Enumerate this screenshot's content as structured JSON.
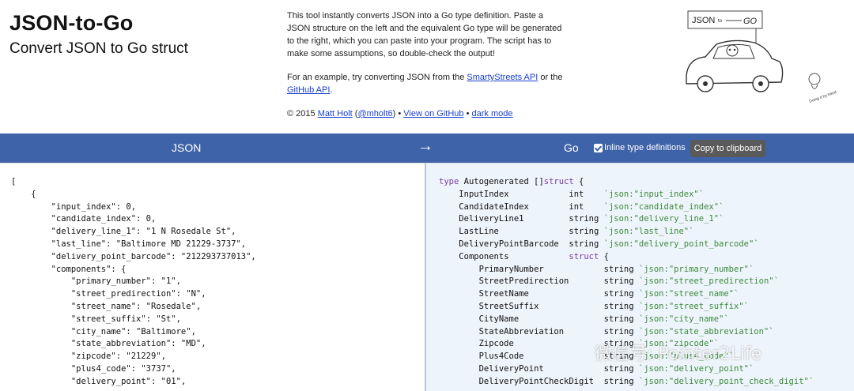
{
  "header": {
    "title": "JSON-to-Go",
    "subtitle": "Convert JSON to Go struct",
    "description": "This tool instantly converts JSON into a Go type definition. Paste a JSON structure on the left and the equivalent Go type will be generated to the right, which you can paste into your program. The script has to make some assumptions, so double-check the output!",
    "example_prefix": "For an example, try converting JSON from the ",
    "example_link1": "SmartyStreets API",
    "example_middle": " or the ",
    "example_link2": "GitHub API",
    "example_suffix": ".",
    "copyright_prefix": "© 2015 ",
    "author_link": "Matt Holt",
    "twitter_open": " (",
    "twitter_link": "@mholt6",
    "twitter_close": ") • ",
    "github_link": "View on GitHub",
    "sep": " • ",
    "dark_mode_link": "dark mode",
    "logo_box_text": "JSON",
    "logo_to": "to",
    "logo_go": "GO",
    "caption": "Doing it by hand"
  },
  "toolbar": {
    "json_label": "JSON",
    "arrow": "→",
    "go_label": "Go",
    "inline_label": "Inline type definitions",
    "inline_checked": true,
    "copy_label": "Copy to clipboard"
  },
  "json_lines": [
    "[",
    "    {",
    "        \"input_index\": 0,",
    "        \"candidate_index\": 0,",
    "        \"delivery_line_1\": \"1 N Rosedale St\",",
    "        \"last_line\": \"Baltimore MD 21229-3737\",",
    "        \"delivery_point_barcode\": \"212293737013\",",
    "        \"components\": {",
    "            \"primary_number\": \"1\",",
    "            \"street_predirection\": \"N\",",
    "            \"street_name\": \"Rosedale\",",
    "            \"street_suffix\": \"St\",",
    "            \"city_name\": \"Baltimore\",",
    "            \"state_abbreviation\": \"MD\",",
    "            \"zipcode\": \"21229\",",
    "            \"plus4_code\": \"3737\",",
    "            \"delivery_point\": \"01\","
  ],
  "go_header": {
    "kw": "type",
    "name": " Autogenerated ",
    "brackets": "[]",
    "struct": "struct",
    "open": " {"
  },
  "go_fields": [
    {
      "indent": "    ",
      "name": "InputIndex",
      "pad": "          ",
      "type": "int   ",
      "tag": "`json:\"input_index\"`"
    },
    {
      "indent": "    ",
      "name": "CandidateIndex",
      "pad": "      ",
      "type": "int   ",
      "tag": "`json:\"candidate_index\"`"
    },
    {
      "indent": "    ",
      "name": "DeliveryLine1",
      "pad": "       ",
      "type": "string",
      "tag": "`json:\"delivery_line_1\"`"
    },
    {
      "indent": "    ",
      "name": "LastLine",
      "pad": "            ",
      "type": "string",
      "tag": "`json:\"last_line\"`"
    },
    {
      "indent": "    ",
      "name": "DeliveryPointBarcode",
      "pad": "",
      "type": "string",
      "tag": "`json:\"delivery_point_barcode\"`"
    }
  ],
  "go_components": {
    "indent": "    ",
    "name": "Components",
    "pad": "          ",
    "kw": "struct",
    "open": " {"
  },
  "go_sub_fields": [
    {
      "name": "PrimaryNumber",
      "pad": "           ",
      "type": "string",
      "tag": "`json:\"primary_number\"`"
    },
    {
      "name": "StreetPredirection",
      "pad": "      ",
      "type": "string",
      "tag": "`json:\"street_predirection\"`"
    },
    {
      "name": "StreetName",
      "pad": "              ",
      "type": "string",
      "tag": "`json:\"street_name\"`"
    },
    {
      "name": "StreetSuffix",
      "pad": "            ",
      "type": "string",
      "tag": "`json:\"street_suffix\"`"
    },
    {
      "name": "CityName",
      "pad": "                ",
      "type": "string",
      "tag": "`json:\"city_name\"`"
    },
    {
      "name": "StateAbbreviation",
      "pad": "       ",
      "type": "string",
      "tag": "`json:\"state_abbreviation\"`"
    },
    {
      "name": "Zipcode",
      "pad": "                 ",
      "type": "string",
      "tag": "`json:\"zipcode\"`"
    },
    {
      "name": "Plus4Code",
      "pad": "               ",
      "type": "string",
      "tag": "`json:\"plus4_code\"`"
    },
    {
      "name": "DeliveryPoint",
      "pad": "           ",
      "type": "string",
      "tag": "`json:\"delivery_point\"`"
    },
    {
      "name": "DeliveryPointCheckDigit",
      "pad": " ",
      "type": "string",
      "tag": "`json:\"delivery_point_check_digit\"`"
    }
  ],
  "watermark": "微信号: Pointer2Life"
}
